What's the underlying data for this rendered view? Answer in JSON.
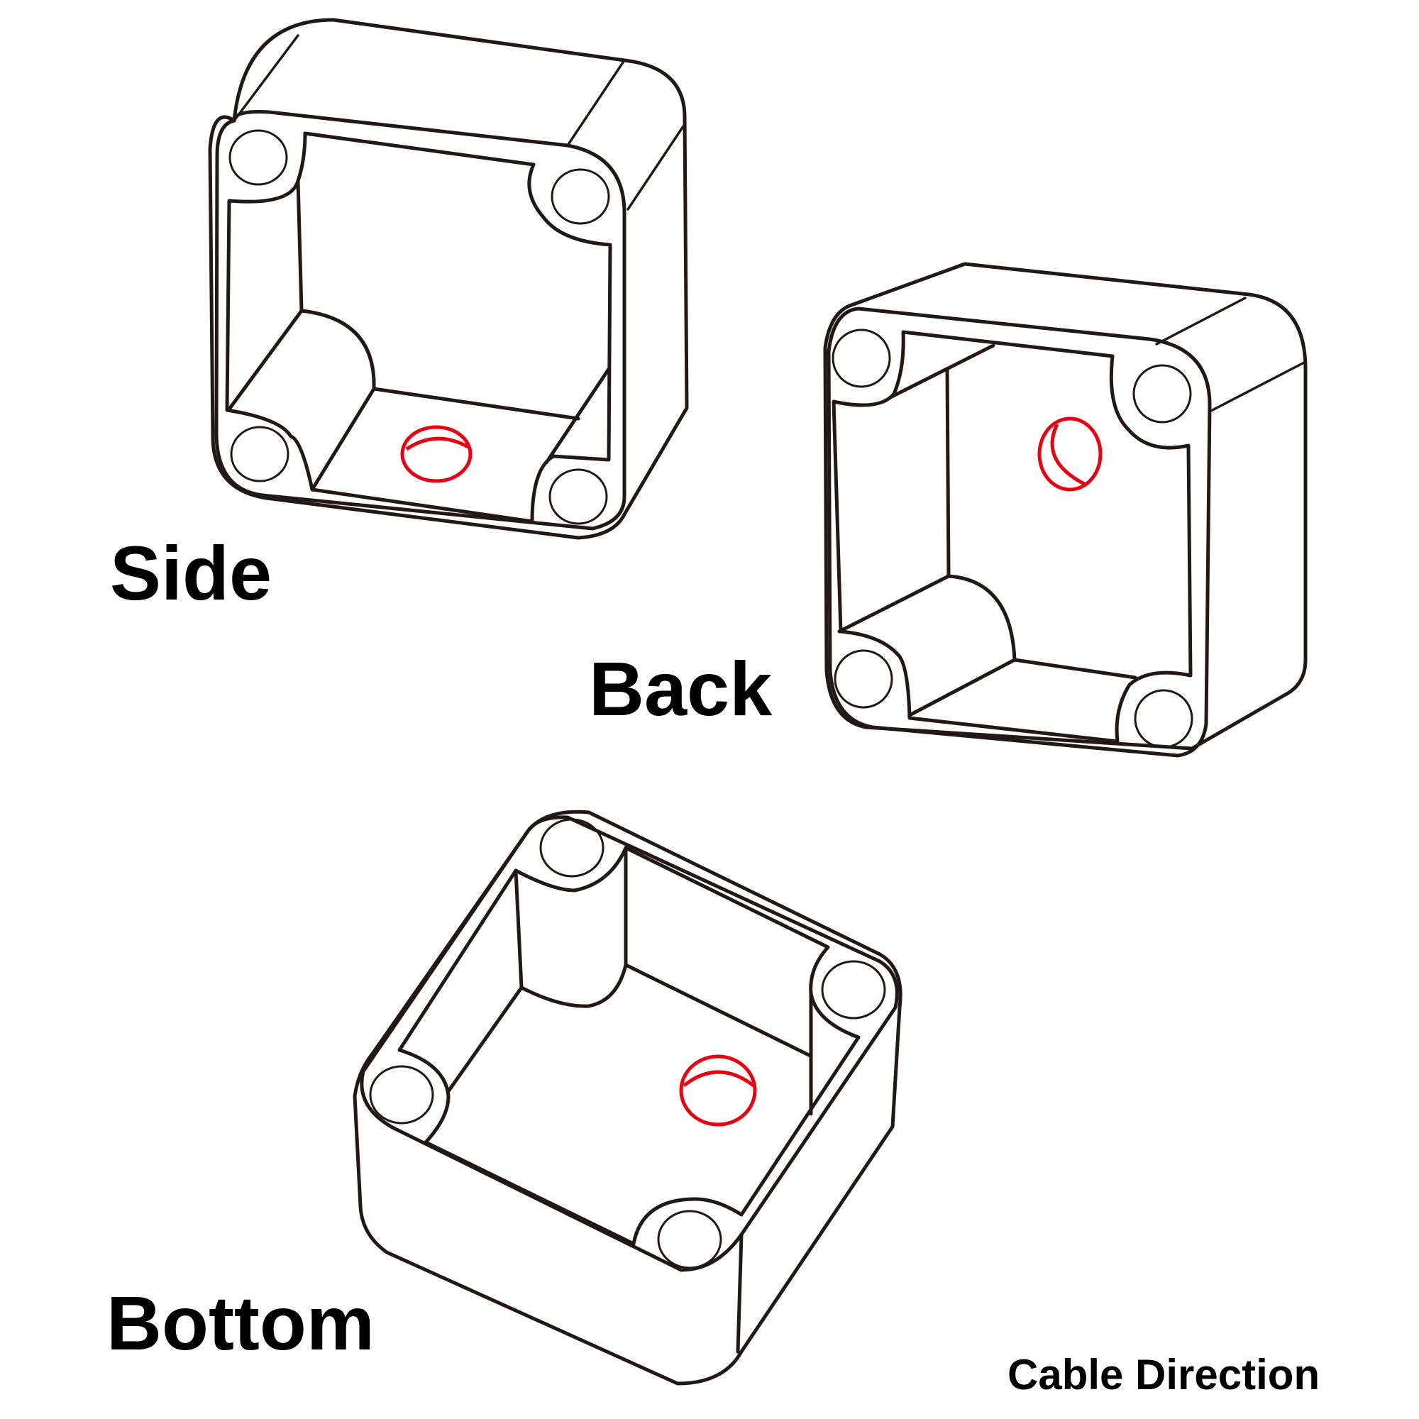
{
  "views": [
    {
      "id": "side",
      "label": "Side"
    },
    {
      "id": "back",
      "label": "Back"
    },
    {
      "id": "bottom",
      "label": "Bottom"
    }
  ],
  "legend": {
    "label": "Cable Direction"
  },
  "colors": {
    "outline": "#231815",
    "cable_hole": "#e60012",
    "background": "#ffffff",
    "text": "#000000"
  }
}
